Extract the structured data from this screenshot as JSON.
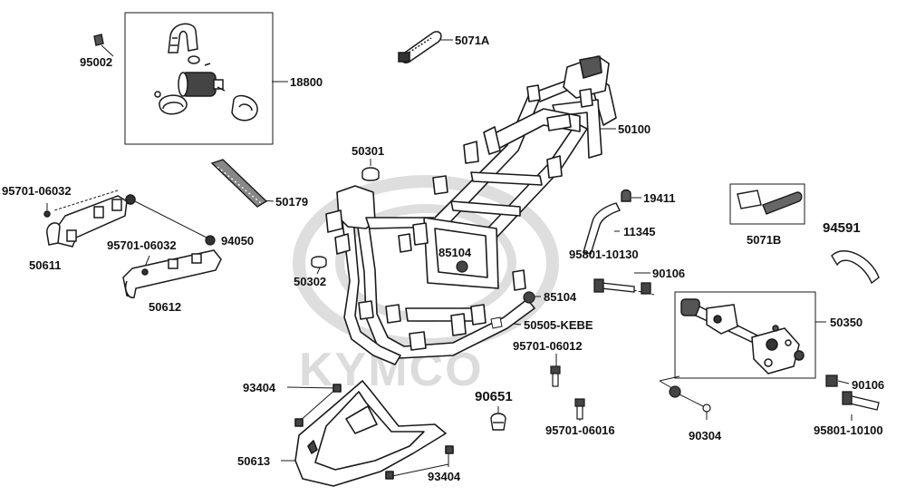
{
  "watermark": {
    "text": "KYMCO",
    "color": "#dcdcdc"
  },
  "colors": {
    "line": "#1a1a1a",
    "part_fill": "#ffffff",
    "dark_part": "#333333"
  },
  "labels": {
    "p95002": "95002",
    "p18800": "18800",
    "p5071A": "5071A",
    "p50100": "50100",
    "p50301": "50301",
    "p50179": "50179",
    "p95701_06032a": "95701-06032",
    "p95701_06032b": "95701-06032",
    "p94050": "94050",
    "p50611": "50611",
    "p50612": "50612",
    "p50302": "50302",
    "p85104a": "85104",
    "p85104b": "85104",
    "p19411": "19411",
    "p11345": "11345",
    "p95801_10130": "95801-10130",
    "p90106a": "90106",
    "p5071B": "5071B",
    "p94591": "94591",
    "p50350": "50350",
    "p50505": "50505-KEBE",
    "p95701_06012": "95701-06012",
    "p93404a": "93404",
    "p90651": "90651",
    "p95701_06016": "95701-06016",
    "p90304": "90304",
    "p90106b": "90106",
    "p95801_10100": "95801-10100",
    "p50613": "50613",
    "p93404b": "93404"
  }
}
